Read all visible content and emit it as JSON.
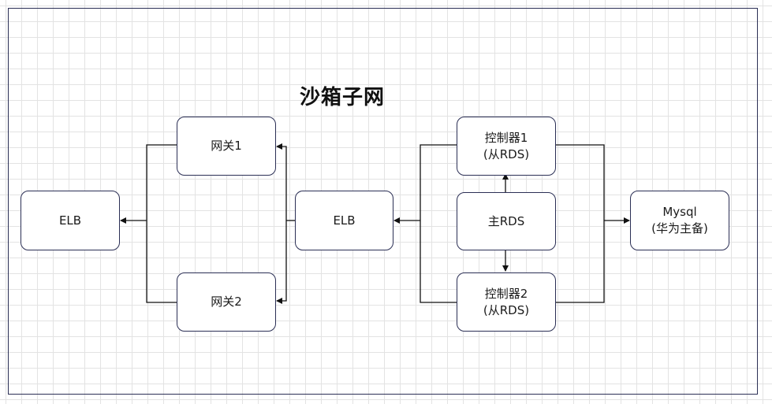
{
  "diagram": {
    "title": "沙箱子网",
    "nodes": {
      "elb_left": "ELB",
      "gateway_1": "网关1",
      "gateway_2": "网关2",
      "elb_center": "ELB",
      "controller_1": "控制器1\n(从RDS)",
      "main_rds": "主RDS",
      "controller_2": "控制器2\n(从RDS)",
      "mysql": "Mysql\n(华为主备)"
    },
    "colors": {
      "border": "#2b2f55",
      "line": "#111111",
      "grid": "#e3e3e3",
      "background": "#ffffff"
    }
  }
}
